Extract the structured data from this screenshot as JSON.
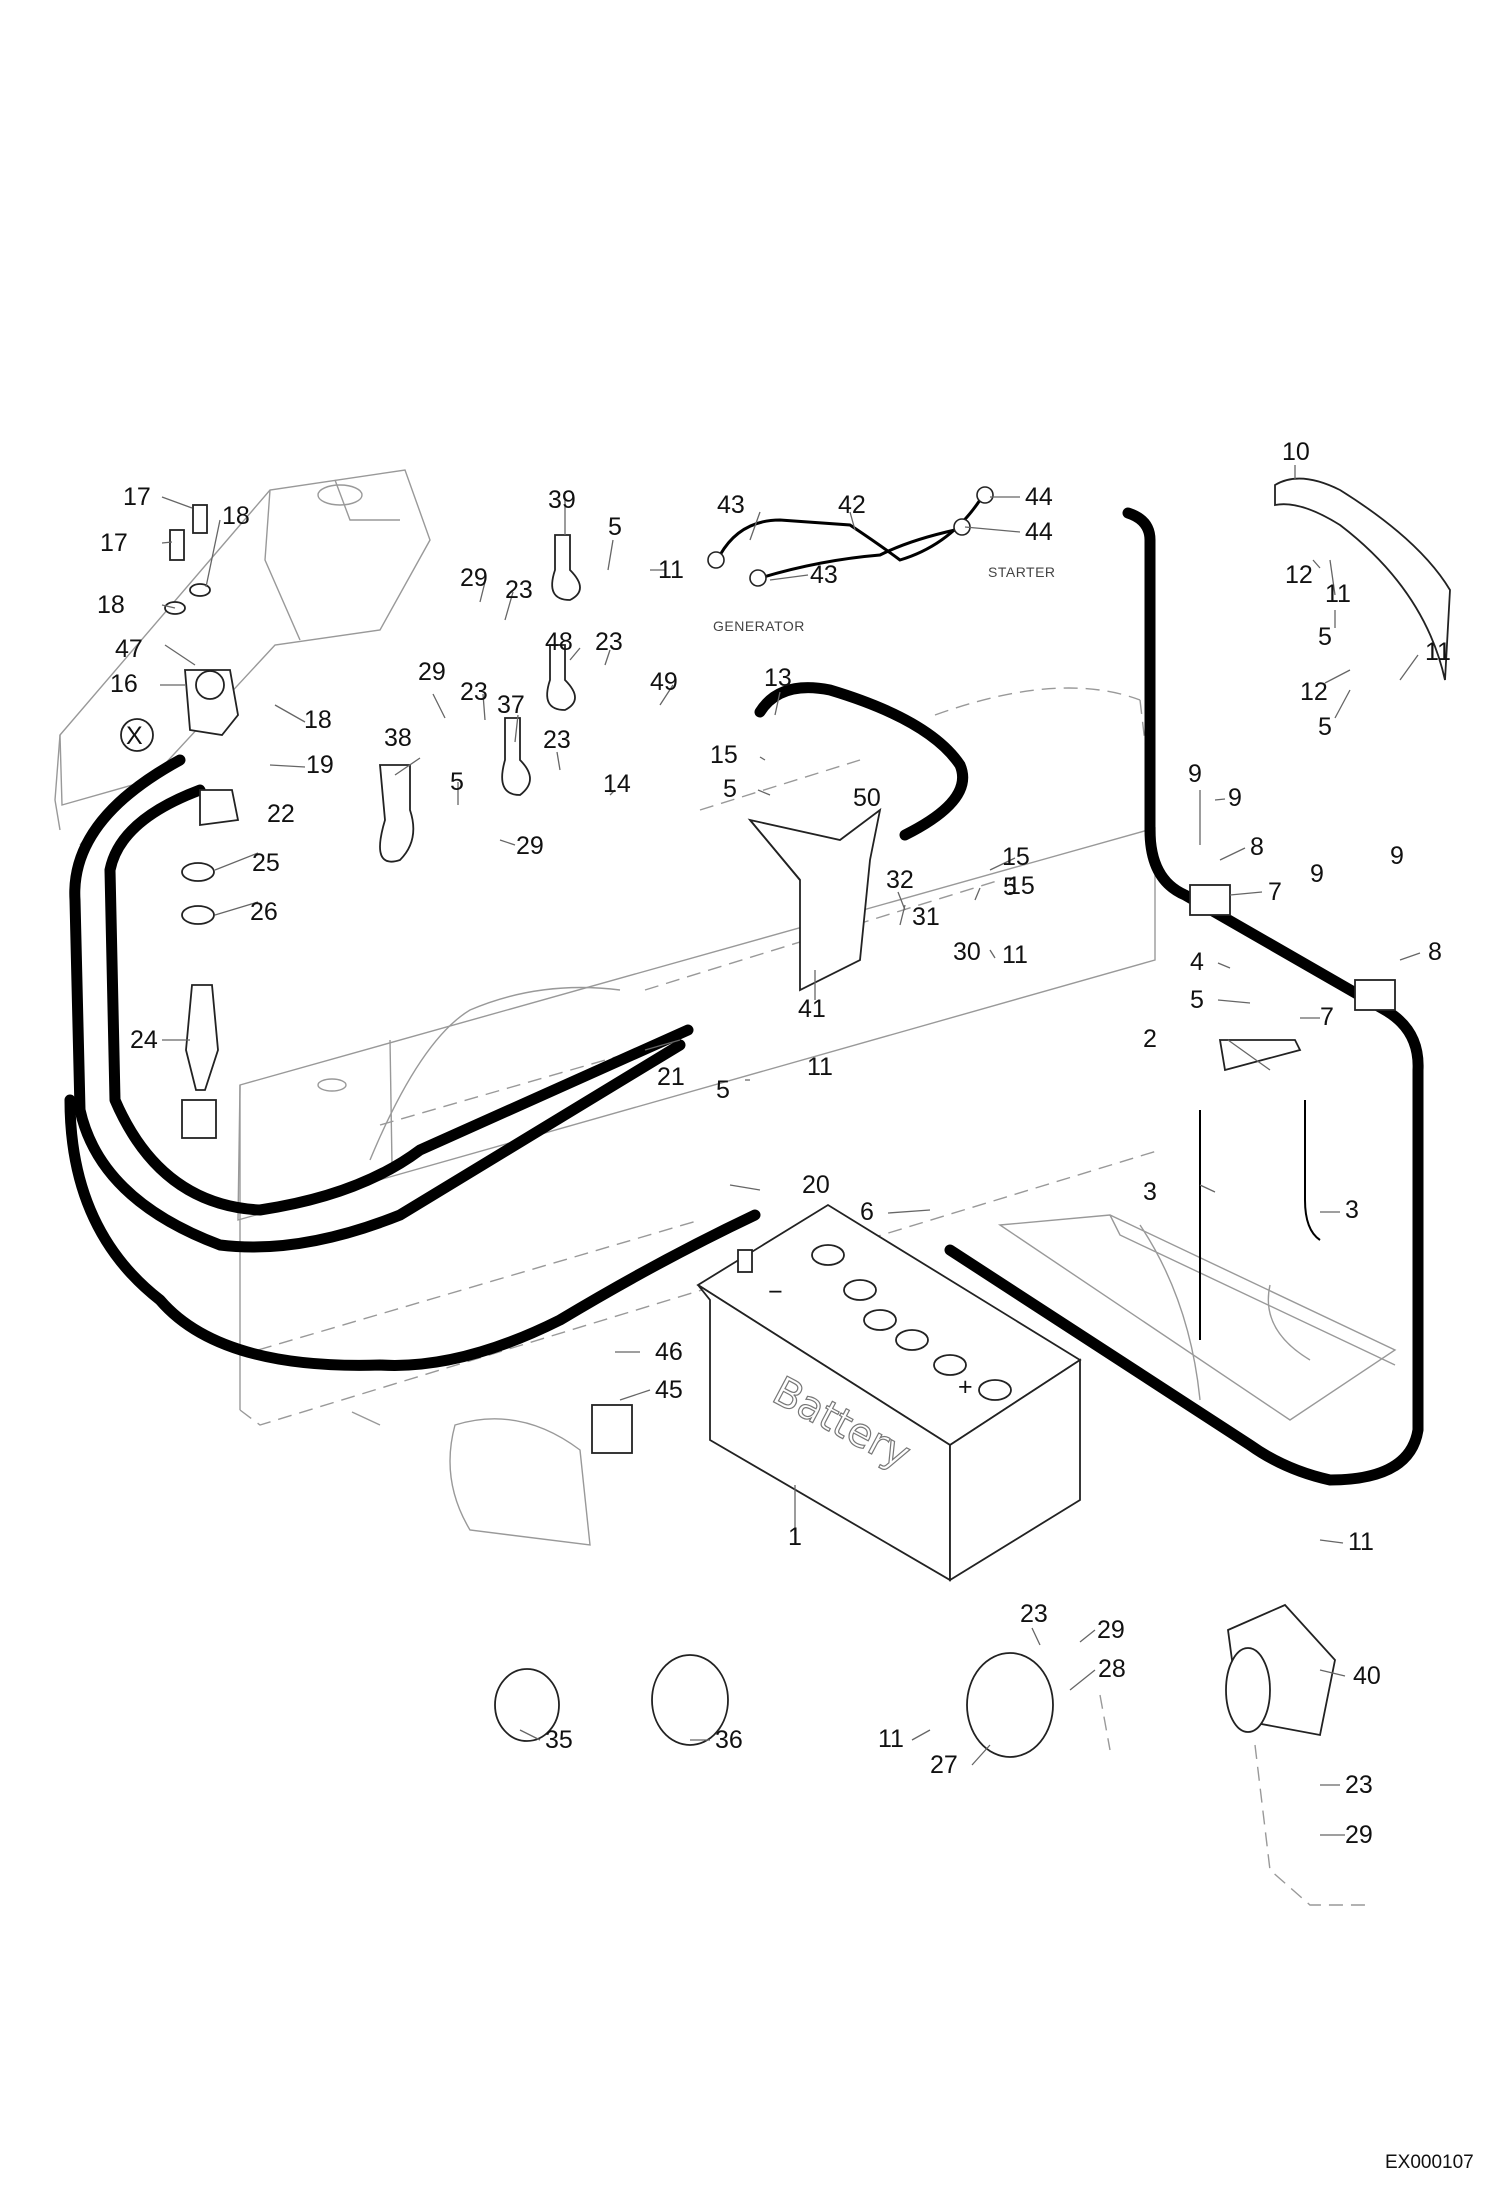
{
  "drawing_code": "EX000107",
  "labels": {
    "generator": "GENERATOR",
    "starter": "STARTER",
    "battery": "Battery",
    "x_marker": "X",
    "minus": "−",
    "plus": "+"
  },
  "callouts": [
    "17",
    "17",
    "18",
    "18",
    "18",
    "47",
    "16",
    "19",
    "22",
    "25",
    "26",
    "24",
    "39",
    "5",
    "11",
    "29",
    "23",
    "48",
    "23",
    "49",
    "29",
    "23",
    "37",
    "23",
    "14",
    "38",
    "5",
    "29",
    "43",
    "42",
    "44",
    "44",
    "43",
    "13",
    "15",
    "5",
    "50",
    "15",
    "5",
    "11",
    "32",
    "31",
    "30",
    "41",
    "15",
    "11",
    "21",
    "5",
    "20",
    "6",
    "10",
    "12",
    "11",
    "5",
    "12",
    "11",
    "5",
    "9",
    "9",
    "8",
    "7",
    "9",
    "9",
    "8",
    "4",
    "5",
    "7",
    "2",
    "3",
    "3",
    "46",
    "45",
    "1",
    "11",
    "40",
    "23",
    "29",
    "23",
    "29",
    "28",
    "11",
    "27",
    "35",
    "36"
  ]
}
